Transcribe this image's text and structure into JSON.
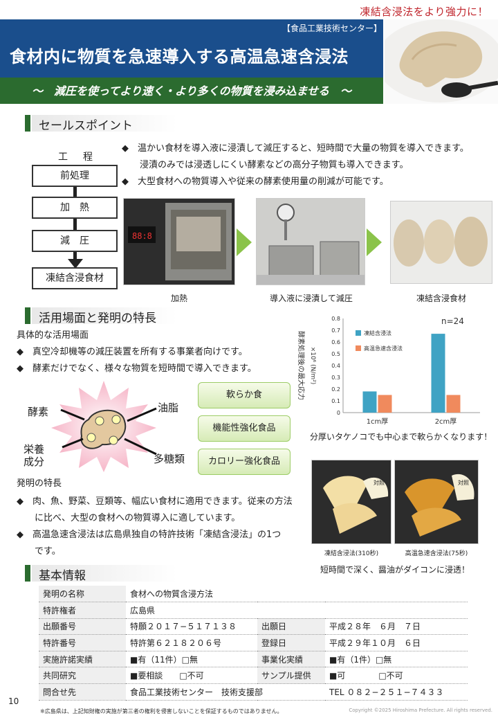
{
  "header": {
    "top_tag": "凍結含浸法をより強力に！",
    "org_tag": "【食品工業技術センター】",
    "title": "食材内に物質を急速導入する高温急速含浸法",
    "subtitle": "〜　減圧を使ってより速く・より多くの物質を浸み込ませる　〜"
  },
  "selling": {
    "heading": "セールスポイント",
    "bullets": [
      "◆　温かい食材を導入液に浸漬して減圧すると、短時間で大量の物質を導入できます。",
      "　　浸漬のみでは浸透しにくい酵素などの高分子物質も導入できます。",
      "◆　大型食材への物質導入や従来の酵素使用量の削減が可能です。"
    ],
    "process_label": "工　程",
    "steps": [
      "前処理",
      "加　熱",
      "減　圧",
      "凍結含浸食材"
    ],
    "photo_captions": [
      "加熱",
      "導入液に浸漬して減圧",
      "凍結含浸食材"
    ]
  },
  "usage": {
    "heading": "活用場面と発明の特長",
    "scene_title": "具体的な活用場面",
    "scene_bullets": [
      "◆　真空冷却機等の減圧装置を所有する事業者向けです。",
      "◆　酵素だけでなく、様々な物質を短時間で導入できます。"
    ],
    "diagram_labels": [
      "酵素",
      "油脂",
      "栄養",
      "成分",
      "多糖類"
    ],
    "food_buttons": [
      "軟らか食",
      "機能性強化食品",
      "カロリー強化食品"
    ],
    "feature_title": "発明の特長",
    "feature_bullets": [
      "◆　肉、魚、野菜、豆類等、幅広い食材に適用できます。従来の方法",
      "　　に比べ、大型の食材への物質導入に適しています。",
      "◆　高温急速含浸法は広島県独自の特許技術「凍結含浸法」の1つ",
      "　　です。"
    ],
    "chart_caption": "分厚いタケノコでも中心まで軟らかくなります！",
    "photo_captions": [
      "凍結含浸法(310秒)",
      "高温急速含浸法(75秒)"
    ],
    "photo_inline_label": "対照",
    "bottom_caption": "短時間で深く、醤油がダイコンに浸透！"
  },
  "chart_data": {
    "type": "bar",
    "categories": [
      "1cm厚",
      "2cm厚"
    ],
    "series": [
      {
        "name": "凍結含浸法",
        "values": [
          0.18,
          0.67
        ],
        "color": "#3fa3c4"
      },
      {
        "name": "高温急速含浸法",
        "values": [
          0.15,
          0.15
        ],
        "color": "#f08a5d"
      }
    ],
    "ylabel": "酵素処理後の最大応力",
    "ylabel_unit": "×10⁶ (N/m²)",
    "ylim": [
      0,
      0.8
    ],
    "yticks": [
      "0",
      "0.1",
      "0.2",
      "0.3",
      "0.4",
      "0.5",
      "0.6",
      "0.7",
      "0.8"
    ],
    "annotation": "n=24",
    "legend_position": "top-left"
  },
  "basic": {
    "heading": "基本情報",
    "rows": [
      [
        "発明の名称",
        "食材への物質含浸方法",
        "",
        ""
      ],
      [
        "特許権者",
        "広島県",
        "",
        ""
      ],
      [
        "出願番号",
        "特願２０１７−５１７１３８",
        "出願日",
        "平成２８年　６月　７日"
      ],
      [
        "特許番号",
        "特許第６２１８２０６号",
        "登録日",
        "平成２９年１０月　６日"
      ],
      [
        "実施許諾実績",
        "■有（11件）□無",
        "事業化実績",
        "■有（1件）□無"
      ],
      [
        "共同研究",
        "■要相談　　□不可",
        "サンプル提供",
        "■可　　　　□不可"
      ],
      [
        "問合せ先",
        "食品工業技術センター　技術支援部",
        "TEL ０８２−２５１−７４３３",
        ""
      ]
    ]
  },
  "footer": {
    "page": "10",
    "note": "※広島県は、上記知財権の実施が第三者の権利を侵害しないことを保証するものではありません。",
    "copyright": "Copyright ©2025 Hiroshima Prefecture. All rights reserved."
  }
}
